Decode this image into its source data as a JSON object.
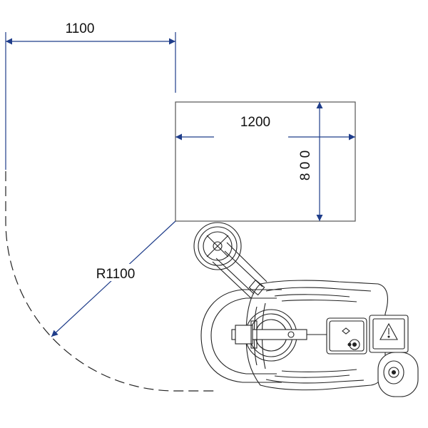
{
  "drawing": {
    "dim_width_top": "1100",
    "dim_pallet_length": "1200",
    "dim_pallet_depth": "8 0 0",
    "dim_radius": "R1100"
  },
  "colors": {
    "dimension_line": "#1f3d8a",
    "outline": "#222222",
    "background": "#ffffff"
  }
}
